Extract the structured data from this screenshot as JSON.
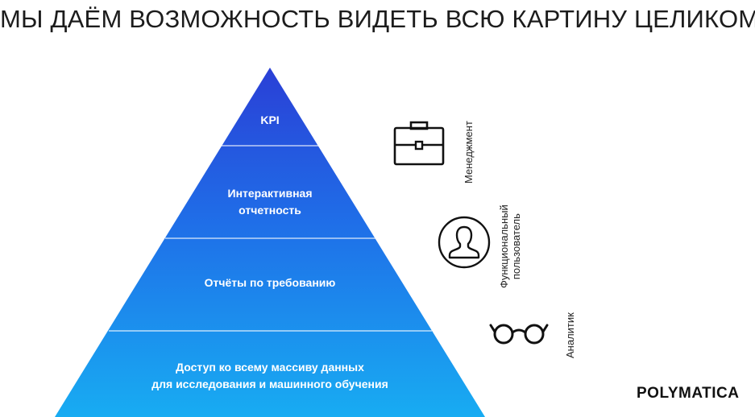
{
  "title": "МЫ ДАЁМ ВОЗМОЖНОСТЬ ВИДЕТЬ ВСЮ КАРТИНУ ЦЕЛИКОМ",
  "tiers": [
    {
      "line1": "KPI",
      "line2": ""
    },
    {
      "line1": "Интерактивная",
      "line2": "отчетность"
    },
    {
      "line1": "Отчёты по требованию",
      "line2": ""
    },
    {
      "line1": "Доступ ко всему массиву данных",
      "line2": "для исследования и машинного обучения"
    }
  ],
  "roles": [
    {
      "icon": "briefcase-icon",
      "line1": "Менеджмент",
      "line2": ""
    },
    {
      "icon": "user-circle-icon",
      "line1": "Функциональный",
      "line2": "пользователь"
    },
    {
      "icon": "glasses-icon",
      "line1": "Аналитик",
      "line2": ""
    }
  ],
  "logo": "POLYMATICA",
  "colors": {
    "pyramid_top": "#2c47d9",
    "pyramid_bottom": "#1aaaf0",
    "divider": "#ffffff"
  }
}
